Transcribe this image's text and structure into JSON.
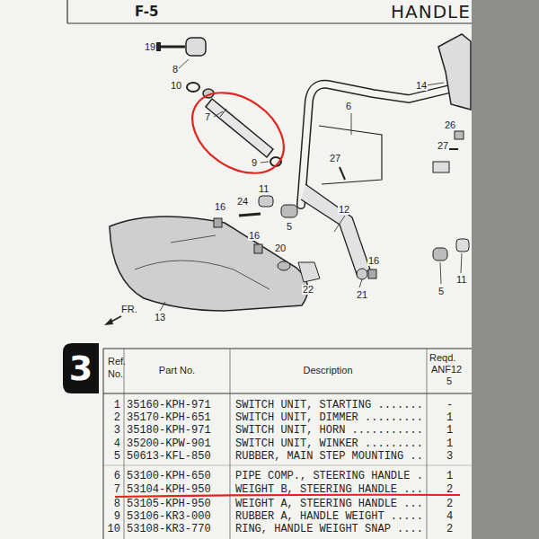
{
  "diagram": {
    "title": "HANDLE",
    "labels": [
      "F-5",
      "19",
      "8",
      "10",
      "7",
      "9",
      "14",
      "6",
      "26",
      "27",
      "27",
      "24",
      "11",
      "16",
      "5",
      "12",
      "20",
      "16",
      "22",
      "21",
      "16",
      "5",
      "11",
      "13",
      "FR.",
      "Ref.",
      "No.",
      "Part No.",
      "Description",
      "Reqd.",
      "ANF12",
      "5",
      "3",
      "1",
      "35160-KPH-971",
      "SWITCH UNIT, STARTING .......",
      "-",
      "2",
      "35170-KPH-651",
      "SWITCH UNIT, DIMMER .........",
      "1",
      "3",
      "35180-KPH-971",
      "SWITCH UNIT, HORN ...........",
      "1",
      "4",
      "35200-KPW-901",
      "SWITCH UNIT, WINKER .........",
      "1",
      "5",
      "50613-KFL-850",
      "RUBBER, MAIN STEP MOUNTING ..",
      "3",
      "6",
      "53100-KPH-650",
      "PIPE COMP., STEERING HANDLE .",
      "1",
      "7",
      "53104-KPH-950",
      "WEIGHT B, STEERING HANDLE ...",
      "2",
      "8",
      "53105-KPH-950",
      "WEIGHT A, STEERING HANDLE ...",
      "2",
      "9",
      "53106-KR3-000",
      "RUBBER A, HANDLE WEIGHT .....",
      "4",
      "10",
      "53108-KR3-770",
      "RING, HANDLE WEIGHT SNAP ....",
      "2"
    ]
  }
}
